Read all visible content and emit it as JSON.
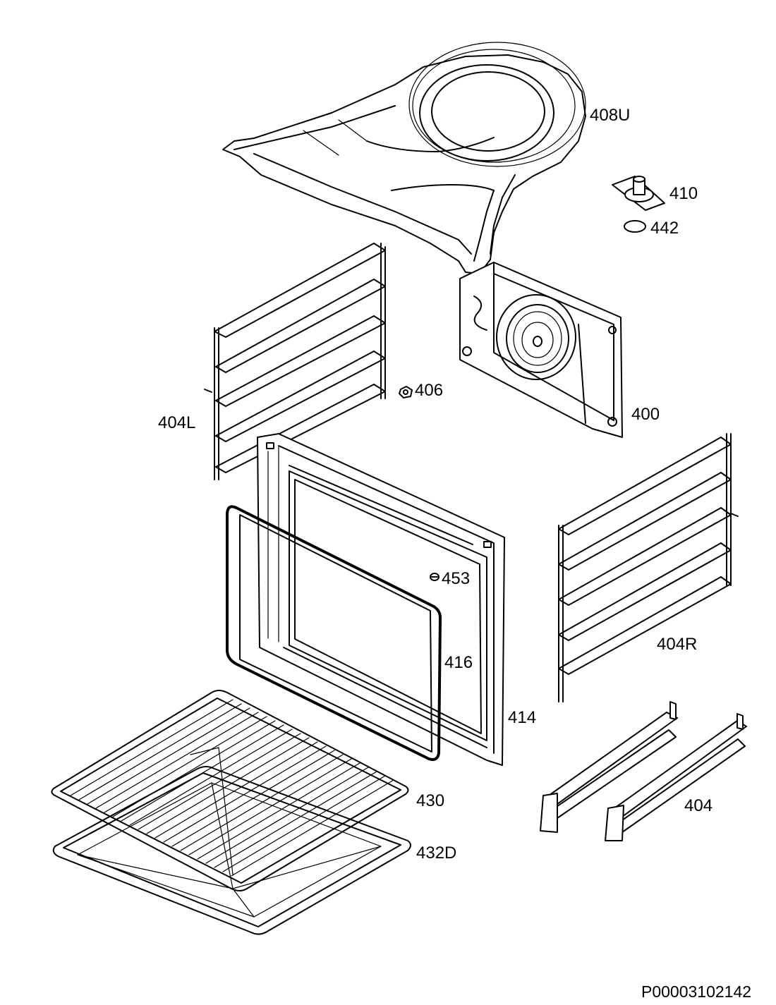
{
  "callouts": {
    "c408U": "408U",
    "c410": "410",
    "c442": "442",
    "c406": "406",
    "c400": "400",
    "c404L": "404L",
    "c453": "453",
    "c404R": "404R",
    "c416": "416",
    "c414": "414",
    "c430": "430",
    "c404": "404",
    "c432D": "432D"
  },
  "drawing_number": "P00003102142"
}
